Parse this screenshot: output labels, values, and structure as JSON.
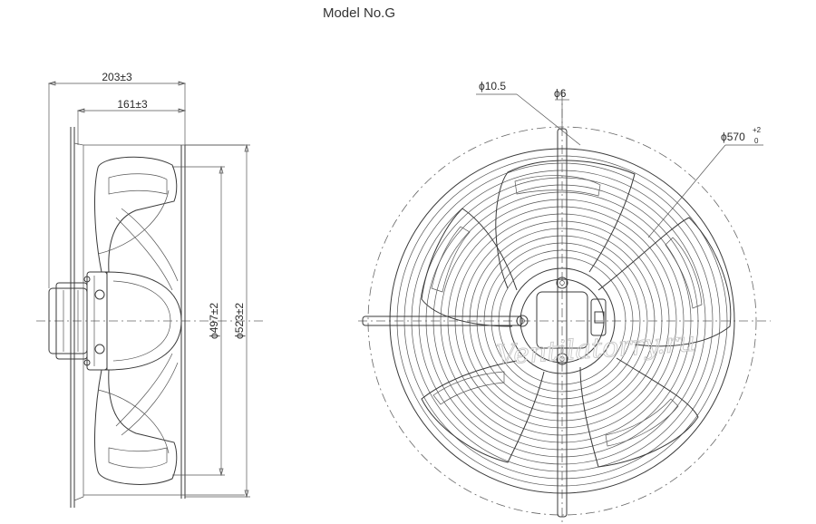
{
  "title": "Model No.G",
  "side_view": {
    "overall_depth": "203±3",
    "blade_depth": "161±3",
    "blade_diameter": "ϕ497±2",
    "guard_diameter": "ϕ523±2"
  },
  "front_view": {
    "hole_diameter": "ϕ10.5",
    "rod_diameter": "ϕ6",
    "mount_diameter": "ϕ570",
    "mount_tol_upper": "+2",
    "mount_tol_lower": "0"
  },
  "watermark": "Ventilatorry.ru",
  "colors": {
    "line": "#3a3a3a",
    "background": "#ffffff",
    "watermark": "#c8c8c8"
  }
}
